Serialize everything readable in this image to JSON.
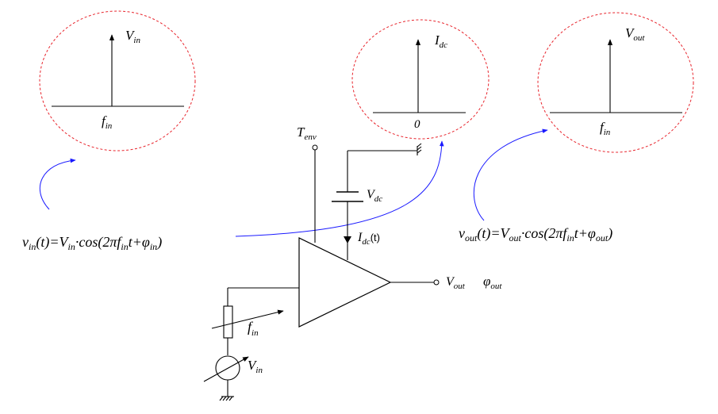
{
  "spectrum_input": {
    "amplitude_label": "V",
    "amplitude_sub": "in",
    "axis_label": "f",
    "axis_sub": "in"
  },
  "spectrum_dc": {
    "amplitude_label": "I",
    "amplitude_sub": "dc",
    "axis_label": "0"
  },
  "spectrum_output": {
    "amplitude_label": "V",
    "amplitude_sub": "out",
    "axis_label": "f",
    "axis_sub": "in"
  },
  "labels": {
    "tenv": "T",
    "tenv_sub": "env",
    "vdc": "V",
    "vdc_sub": "dc",
    "idc": "I",
    "idc_sub": "dc",
    "idc_suffix": "(t)",
    "vout": "V",
    "vout_sub": "out",
    "phiout": "φ",
    "phiout_sub": "out",
    "fin": "f",
    "fin_sub": "in",
    "vin": "V",
    "vin_sub": "in"
  },
  "equations": {
    "input": {
      "p1": "v",
      "p1_sub": "in",
      "p2": "(t)=V",
      "p2_sub": "in",
      "p3": "·cos(2",
      "pi": "π",
      "p4": "f",
      "p4_sub": "in",
      "p5": "t+",
      "phi": "φ",
      "phi_sub": "in",
      "p6": ")"
    },
    "output": {
      "p1": "v",
      "p1_sub": "out",
      "p2": "(t)=V",
      "p2_sub": "out",
      "p3": "·cos(2",
      "pi": "π",
      "p4": "f",
      "p4_sub": "in",
      "p5": "t+",
      "phi": "φ",
      "phi_sub": "out",
      "p6": ")"
    }
  },
  "colors": {
    "bubble": "#e8242c",
    "arrow": "#1a1aff",
    "ink": "#000000"
  }
}
